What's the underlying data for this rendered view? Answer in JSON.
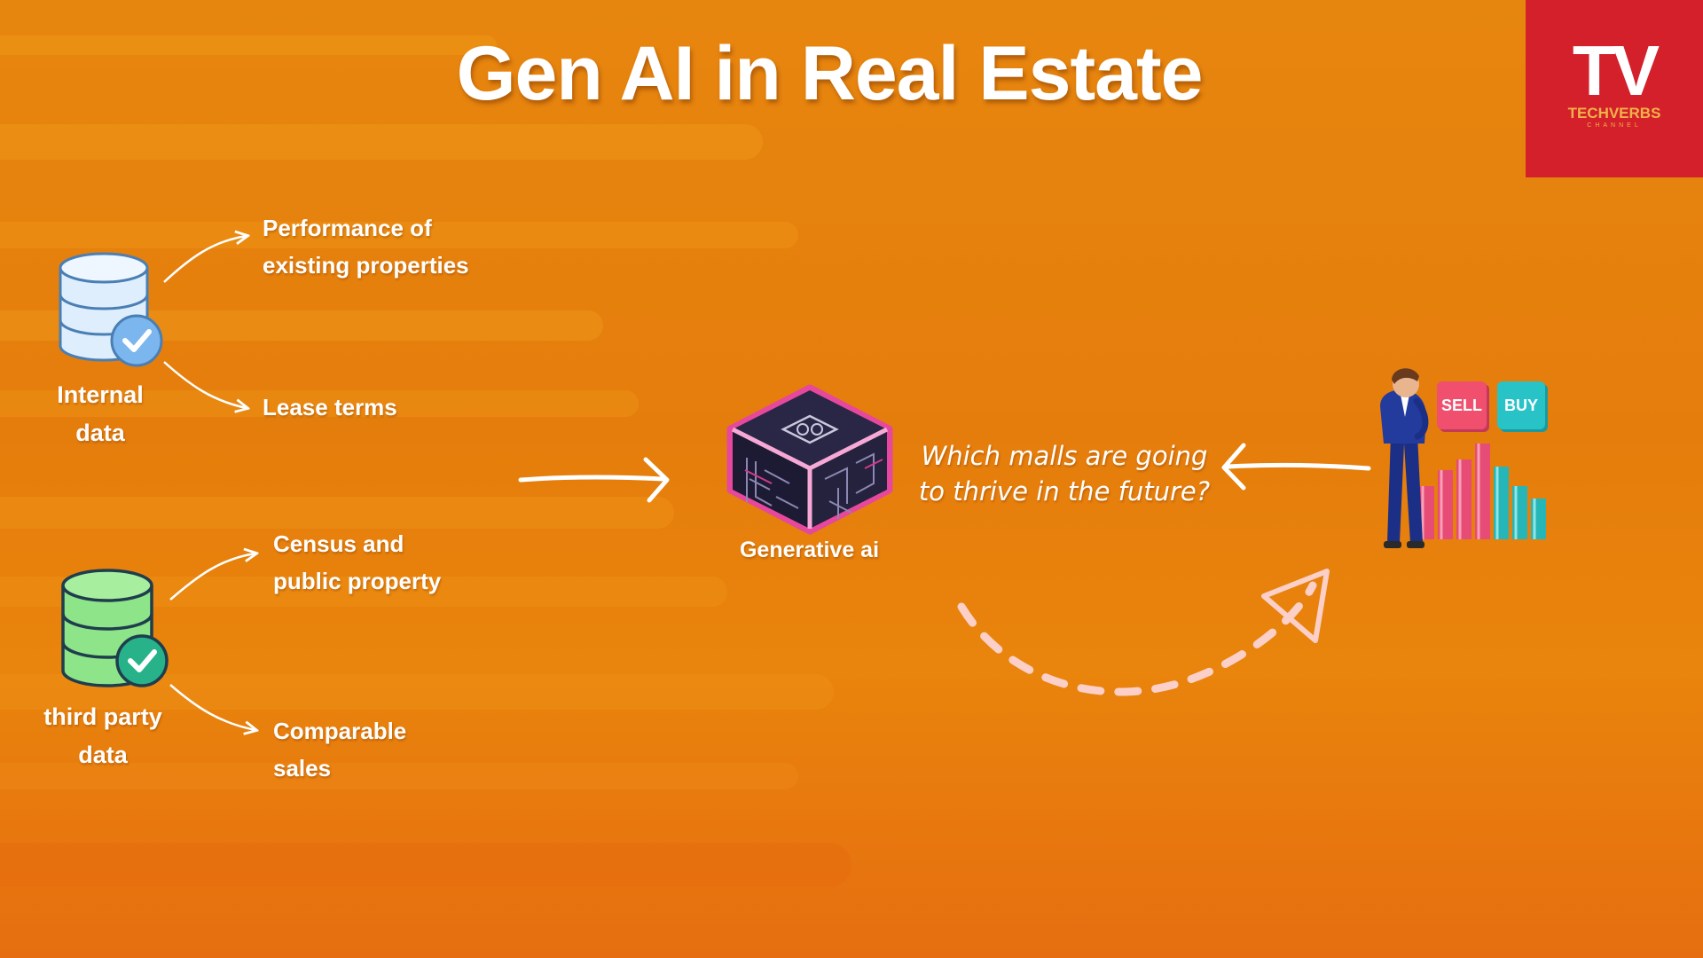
{
  "title": "Gen AI in Real Estate",
  "logo": {
    "letters": "TV",
    "brand": "TECHVERBS",
    "sub": "CHANNEL"
  },
  "sources": [
    {
      "label": "Internal data",
      "line1": "Internal",
      "line2": "data",
      "icon": "database-check-icon",
      "color": "#cfe6fb",
      "items": [
        {
          "line1": "Performance of",
          "line2": "existing properties"
        },
        {
          "line1": "Lease terms",
          "line2": ""
        }
      ]
    },
    {
      "label": "third party data",
      "line1": "third party",
      "line2": "data",
      "icon": "database-check-icon",
      "color": "#8fe38a",
      "items": [
        {
          "line1": "Census and",
          "line2": "public property"
        },
        {
          "line1": "Comparable",
          "line2": "sales"
        }
      ]
    }
  ],
  "model": {
    "label": "Generative ai",
    "icon": "ai-chip-cube-icon"
  },
  "question": {
    "line1": "Which malls are going",
    "line2": "to thrive in the future?"
  },
  "decision": {
    "sell": "SELL",
    "buy": "BUY",
    "icon": "businessman-with-bar-chart-icon"
  },
  "colors": {
    "background": "#e57d0c",
    "logo_red": "#d3202a",
    "sell": "#f0506e",
    "buy": "#28c3c7",
    "feedback_arrow": "#fcd0c8"
  }
}
